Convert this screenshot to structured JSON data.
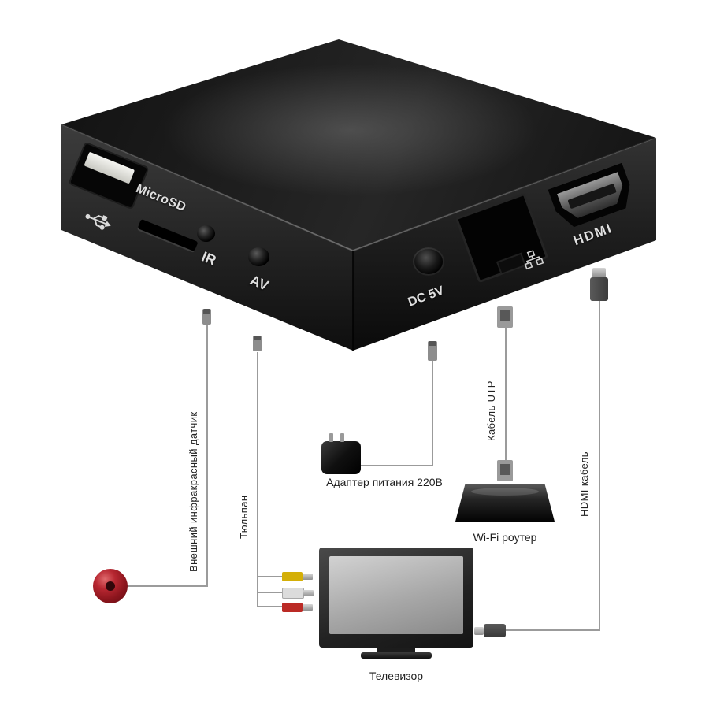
{
  "device": {
    "port_labels": {
      "microsd": "MicroSD",
      "ir": "IR",
      "av": "AV",
      "dc": "DC 5V",
      "hdmi": "HDMI"
    },
    "icons": {
      "usb": "usb-trident-icon",
      "lan": "ethernet-network-icon"
    }
  },
  "labels": {
    "ir_sensor": "Внешний инфракрасный датчик",
    "av_cable": "Тюльпан",
    "power_adapter": "Адаптер питания 220В",
    "utp_cable": "Кабель UTP",
    "wifi_router": "Wi-Fi роутер",
    "hdmi_cable": "HDMI кабель",
    "tv": "Телевизор"
  },
  "colors": {
    "rca_yellow": "#d4af07",
    "rca_white": "#dcdcdc",
    "rca_red": "#bb2a25",
    "ir_sensor_red": "#b72731",
    "cable_line": "#9b9b9b",
    "label_text": "#1f1f1f"
  }
}
